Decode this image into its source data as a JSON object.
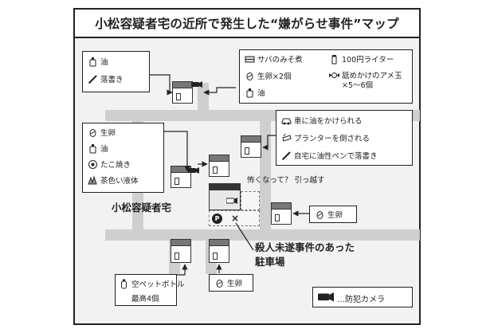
{
  "map": {
    "title": "小松容疑者宅の近所で発生した“嫌がらせ事件”マップ",
    "main_house_label": "小松容疑者宅",
    "moved_label": "怖くなって？ 引っ越す",
    "parking_label_line1": "殺人未遂事件のあった",
    "parking_label_line2": "駐車場",
    "parking_symbol": "P",
    "incident_symbol": "×",
    "legend_label": "…防犯カメラ"
  },
  "boxes": {
    "top_left": [
      {
        "icon": "oil-bottle-icon",
        "text": "油"
      },
      {
        "icon": "pen-icon",
        "text": "落書き"
      }
    ],
    "top_right": [
      {
        "icon": "fish-can-icon",
        "text": "サバのみそ煮"
      },
      {
        "icon": "lighter-icon",
        "text": "100円ライター"
      },
      {
        "icon": "egg-icon",
        "text": "生卵×2個"
      },
      {
        "icon": "candy-icon",
        "text": "舐めかけのアメ玉"
      },
      {
        "icon": "candy-count",
        "text": "×5〜6個"
      },
      {
        "icon": "oil-bottle-icon",
        "text": "油"
      }
    ],
    "mid_left": [
      {
        "icon": "egg-icon",
        "text": "生卵"
      },
      {
        "icon": "oil-bottle-icon",
        "text": "油"
      },
      {
        "icon": "takoyaki-icon",
        "text": "たこ焼き"
      },
      {
        "icon": "splash-icon",
        "text": "茶色い液体"
      }
    ],
    "mid_right": [
      {
        "icon": "car-icon",
        "text": "車に油をかけられる"
      },
      {
        "icon": "planter-icon",
        "text": "プランターを倒される"
      },
      {
        "icon": "pen-icon",
        "text": "自宅に油性ペンで落書き"
      }
    ],
    "right_egg": [
      {
        "icon": "egg-icon",
        "text": "生卵"
      }
    ],
    "bottom_left": [
      {
        "icon": "pet-bottle-icon",
        "text": "空ペットボトル"
      },
      {
        "icon": "none",
        "text": "最高4個"
      }
    ],
    "bottom_mid": [
      {
        "icon": "egg-icon",
        "text": "生卵"
      }
    ]
  }
}
